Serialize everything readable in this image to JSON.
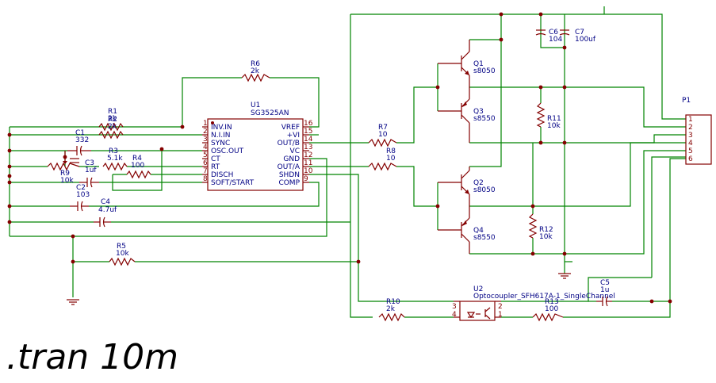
{
  "ic": {
    "ref": "U1",
    "part": "SG3525AN",
    "pins_left": [
      {
        "num": "1",
        "name": "INV.IN"
      },
      {
        "num": "2",
        "name": "N.I.IN"
      },
      {
        "num": "3",
        "name": "SYNC"
      },
      {
        "num": "4",
        "name": "OSC.OUT"
      },
      {
        "num": "5",
        "name": "CT"
      },
      {
        "num": "6",
        "name": "RT"
      },
      {
        "num": "7",
        "name": "DISCH"
      },
      {
        "num": "8",
        "name": "SOFT/START"
      }
    ],
    "pins_right": [
      {
        "num": "16",
        "name": "VREF"
      },
      {
        "num": "15",
        "name": "+VI"
      },
      {
        "num": "14",
        "name": "OUT/B"
      },
      {
        "num": "13",
        "name": "VC"
      },
      {
        "num": "12",
        "name": "GND"
      },
      {
        "num": "11",
        "name": "OUT/A"
      },
      {
        "num": "10",
        "name": "SHDN"
      },
      {
        "num": "9",
        "name": "COMP"
      }
    ]
  },
  "components": {
    "R1": {
      "ref": "R1",
      "value": "2k"
    },
    "R2": {
      "ref": "R2",
      "value": "2k"
    },
    "R3": {
      "ref": "R3",
      "value": "5.1k"
    },
    "R4": {
      "ref": "R4",
      "value": "100"
    },
    "R5": {
      "ref": "R5",
      "value": "10k"
    },
    "R6": {
      "ref": "R6",
      "value": "2k"
    },
    "R7": {
      "ref": "R7",
      "value": "10"
    },
    "R8": {
      "ref": "R8",
      "value": "10"
    },
    "R9": {
      "ref": "R9",
      "value": "10k"
    },
    "R10": {
      "ref": "R10",
      "value": "2k"
    },
    "R11": {
      "ref": "R11",
      "value": "10k"
    },
    "R12": {
      "ref": "R12",
      "value": "10k"
    },
    "R13": {
      "ref": "R13",
      "value": "100"
    },
    "C1": {
      "ref": "C1",
      "value": "332"
    },
    "C2": {
      "ref": "C2",
      "value": "103"
    },
    "C3": {
      "ref": "C3",
      "value": "1uf"
    },
    "C4": {
      "ref": "C4",
      "value": "4.7uf"
    },
    "C5": {
      "ref": "C5",
      "value": "1u"
    },
    "C6": {
      "ref": "C6",
      "value": "104"
    },
    "C7": {
      "ref": "C7",
      "value": "100uf"
    },
    "Q1": {
      "ref": "Q1",
      "value": "s8050"
    },
    "Q2": {
      "ref": "Q2",
      "value": "s8050"
    },
    "Q3": {
      "ref": "Q3",
      "value": "s8550"
    },
    "Q4": {
      "ref": "Q4",
      "value": "s8550"
    },
    "U2": {
      "ref": "U2",
      "value": "Optocoupler_SFH617A-1_SingleChannel"
    },
    "P1": {
      "ref": "P1"
    }
  },
  "opto_pins": [
    "3",
    "4",
    "2",
    "1"
  ],
  "connector_pins": [
    "1",
    "2",
    "3",
    "4",
    "5",
    "6"
  ],
  "directive": ".tran 10m"
}
